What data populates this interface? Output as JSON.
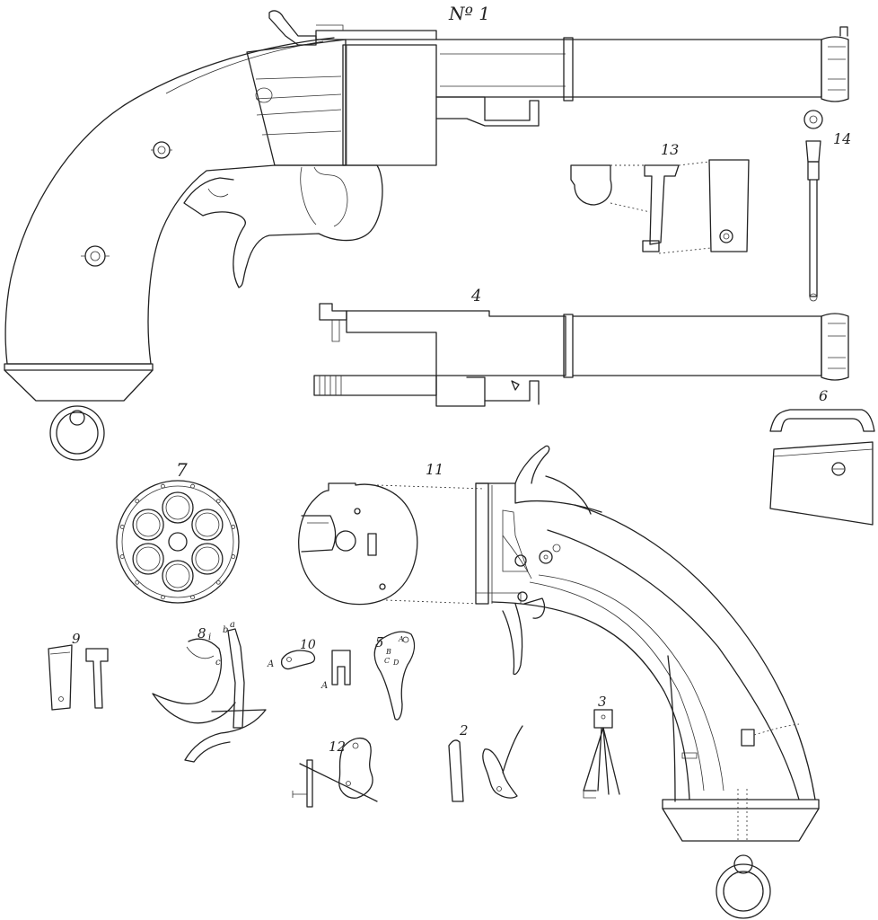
{
  "plate": {
    "title": "Nº 1",
    "figures": [
      {
        "id": "fig-4",
        "label": "4"
      },
      {
        "id": "fig-6",
        "label": "6"
      },
      {
        "id": "fig-7",
        "label": "7"
      },
      {
        "id": "fig-11",
        "label": "11"
      },
      {
        "id": "fig-13",
        "label": "13"
      },
      {
        "id": "fig-14",
        "label": "14"
      },
      {
        "id": "fig-9",
        "label": "9"
      },
      {
        "id": "fig-8",
        "label": "8"
      },
      {
        "id": "fig-10",
        "label": "10"
      },
      {
        "id": "fig-5",
        "label": "5"
      },
      {
        "id": "fig-12",
        "label": "12"
      },
      {
        "id": "fig-2",
        "label": "2"
      },
      {
        "id": "fig-3",
        "label": "3"
      }
    ],
    "part_letters": {
      "fig8": [
        "i",
        "b",
        "a",
        "c"
      ],
      "fig10": [
        "A",
        "A"
      ],
      "fig5": [
        "A",
        "B",
        "C",
        "D"
      ]
    }
  },
  "colors": {
    "ink": "#222222",
    "paper": "#ffffff"
  }
}
